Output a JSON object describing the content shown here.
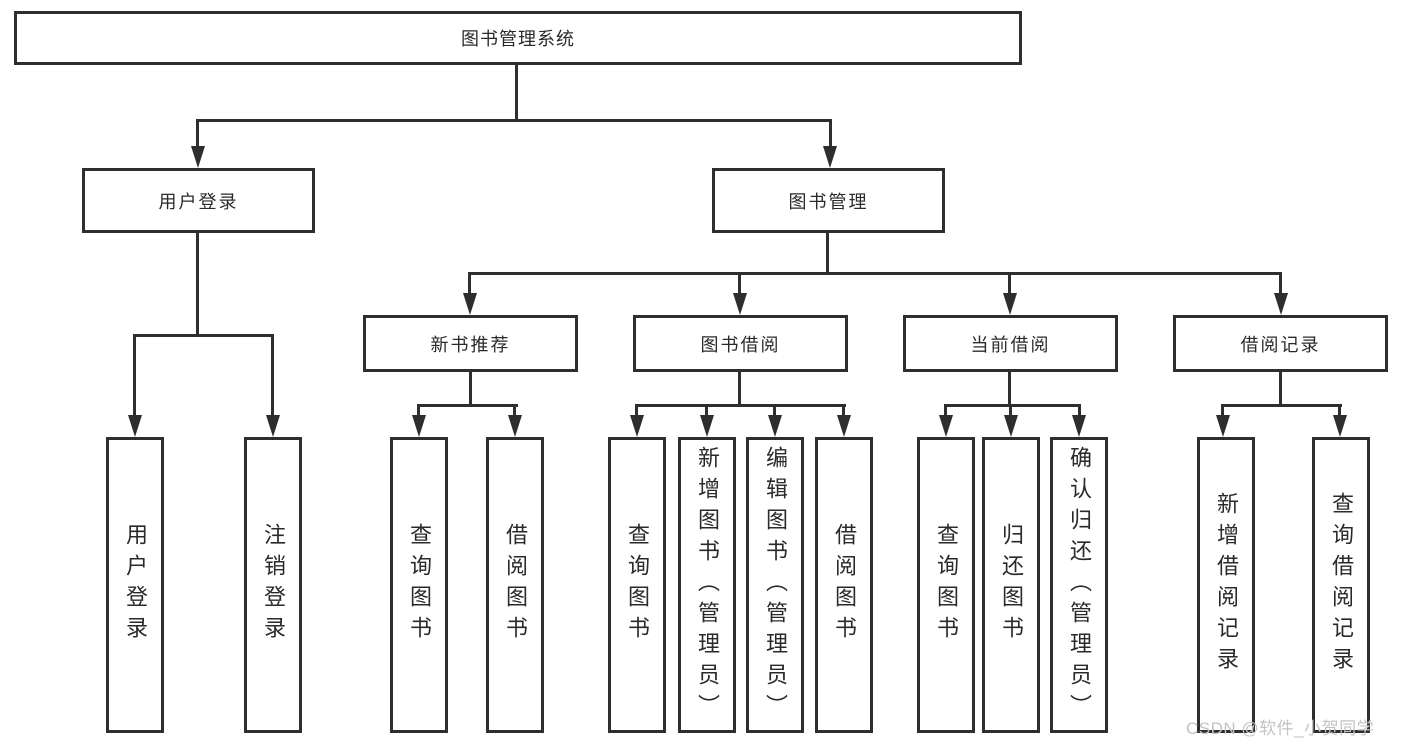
{
  "diagram": {
    "title": "图书管理系统",
    "root": {
      "label": "图书管理系统"
    },
    "level2": [
      {
        "id": "user-login",
        "label": "用户登录"
      },
      {
        "id": "book-management",
        "label": "图书管理"
      }
    ],
    "level3": [
      {
        "id": "new-book-recommend",
        "parent": "图书管理",
        "label": "新书推荐"
      },
      {
        "id": "book-borrowing",
        "parent": "图书管理",
        "label": "图书借阅"
      },
      {
        "id": "current-borrowing",
        "parent": "图书管理",
        "label": "当前借阅"
      },
      {
        "id": "borrowing-records",
        "parent": "图书管理",
        "label": "借阅记录"
      }
    ],
    "leaves": [
      {
        "parent": "用户登录",
        "label": "用户登录"
      },
      {
        "parent": "用户登录",
        "label": "注销登录"
      },
      {
        "parent": "新书推荐",
        "label": "查询图书"
      },
      {
        "parent": "新书推荐",
        "label": "借阅图书"
      },
      {
        "parent": "图书借阅",
        "label": "查询图书"
      },
      {
        "parent": "图书借阅",
        "label": "新增图书（管理员）"
      },
      {
        "parent": "图书借阅",
        "label": "编辑图书（管理员）"
      },
      {
        "parent": "图书借阅",
        "label": "借阅图书"
      },
      {
        "parent": "当前借阅",
        "label": "查询图书"
      },
      {
        "parent": "当前借阅",
        "label": "归还图书"
      },
      {
        "parent": "当前借阅",
        "label": "确认归还（管理员）"
      },
      {
        "parent": "借阅记录",
        "label": "新增借阅记录"
      },
      {
        "parent": "借阅记录",
        "label": "查询借阅记录"
      }
    ],
    "watermark": "CSDN @软件_小贺同学",
    "colors": {
      "line": "#2e2e2e",
      "text": "#2a2a2a",
      "background": "#ffffff",
      "watermark": "#c3c3c3"
    }
  }
}
